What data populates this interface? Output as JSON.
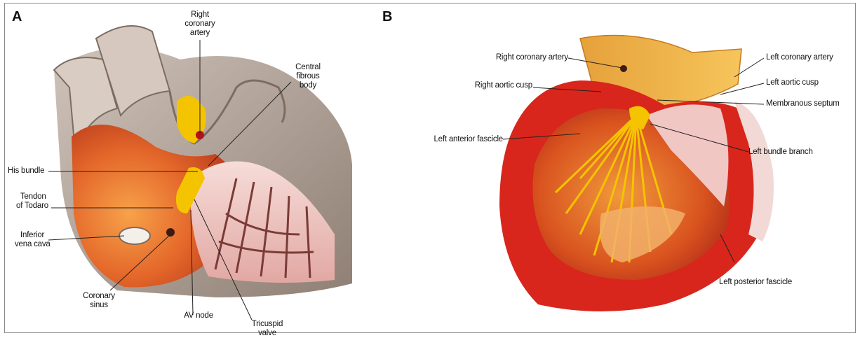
{
  "panel_a": {
    "letter": "A",
    "labels": {
      "right_coronary_artery": [
        "Right",
        "coronary",
        "artery"
      ],
      "central_fibrous_body": [
        "Central",
        "fibrous",
        "body"
      ],
      "his_bundle": "His bundle",
      "tendon_of_todaro": [
        "Tendon",
        "of Todaro"
      ],
      "inferior_vena_cava": [
        "Inferior",
        "vena cava"
      ],
      "coronary_sinus": [
        "Coronary",
        "sinus"
      ],
      "av_node": "AV node",
      "tricuspid_valve": [
        "Tricuspid",
        "valve"
      ]
    }
  },
  "panel_b": {
    "letter": "B",
    "labels": {
      "right_coronary_artery": "Right coronary artery",
      "right_aortic_cusp": "Right aortic cusp",
      "left_anterior_fascicle": "Left anterior fascicle",
      "left_coronary_artery": "Left coronary artery",
      "left_aortic_cusp": "Left aortic cusp",
      "membranous_septum": "Membranous septum",
      "left_bundle_branch": "Left bundle branch",
      "left_posterior_fascicle": "Left posterior fascicle"
    }
  },
  "colors": {
    "heart_red": "#d8261c",
    "muscle_orange": "#e8762a",
    "conduction_yellow": "#f5c400",
    "pink_tissue": "#f1c7c4",
    "vessel_grey": "#b9aba2"
  }
}
